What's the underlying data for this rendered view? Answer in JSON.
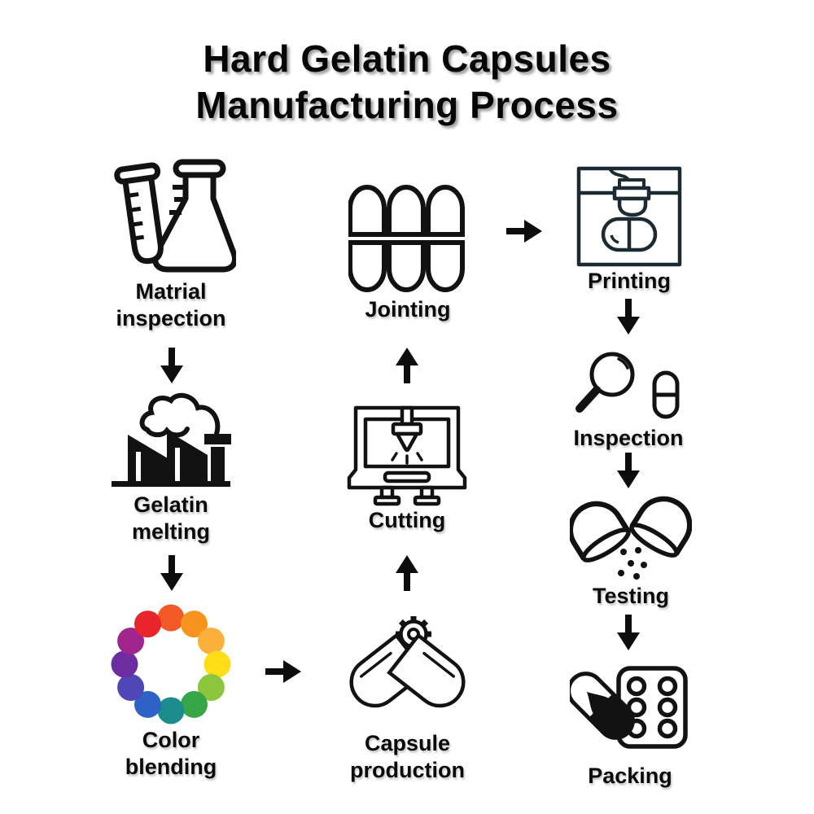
{
  "title": {
    "line1": "Hard Gelatin Capsules",
    "line2": "Manufacturing Process"
  },
  "steps": {
    "matrial_inspection": {
      "lines": [
        "Matrial",
        "inspection"
      ]
    },
    "gelatin_melting": {
      "lines": [
        "Gelatin",
        "melting"
      ]
    },
    "color_blending": {
      "lines": [
        "Color",
        "blending"
      ]
    },
    "capsule_production": {
      "lines": [
        "Capsule",
        "production"
      ]
    },
    "cutting": {
      "lines": [
        "Cutting"
      ]
    },
    "jointing": {
      "lines": [
        "Jointing"
      ]
    },
    "printing": {
      "lines": [
        "Printing"
      ]
    },
    "inspection": {
      "lines": [
        "Inspection"
      ]
    },
    "testing": {
      "lines": [
        "Testing"
      ]
    },
    "packing": {
      "lines": [
        "Packing"
      ]
    }
  },
  "color_wheel": {
    "colors": [
      "#F15A24",
      "#F7941D",
      "#FBB03B",
      "#FFDE17",
      "#8CC63E",
      "#37A647",
      "#1C8C8C",
      "#2E62C4",
      "#4F46B8",
      "#6B2DA0",
      "#A0268E",
      "#E8242C"
    ]
  },
  "colors": {
    "ink": "#121212",
    "arrow": "#0d0d0d",
    "background": "#ffffff"
  }
}
